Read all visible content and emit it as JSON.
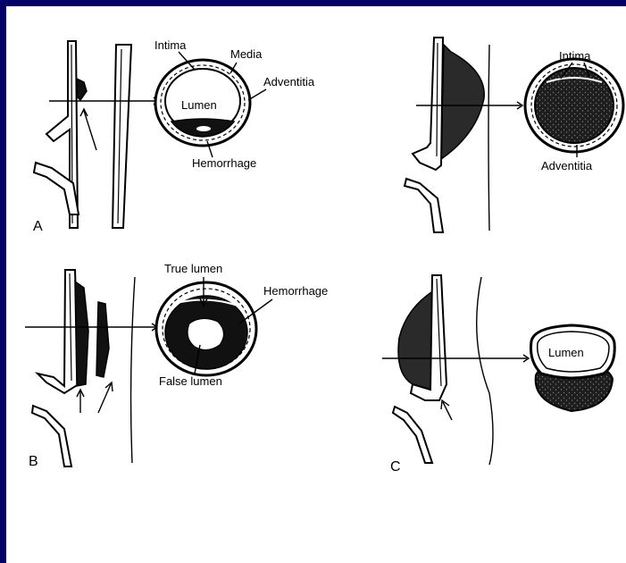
{
  "colors": {
    "frame": "#000066",
    "panel": "#ffffff",
    "ink": "#000000"
  },
  "panel_a": {
    "letter": "A",
    "intima": "Intima",
    "media": "Media",
    "adventitia": "Adventitia",
    "lumen": "Lumen",
    "hemorrhage": "Hemorrhage"
  },
  "panel_top_right": {
    "intima": "Intima",
    "adventitia": "Adventitia"
  },
  "panel_b": {
    "letter": "B",
    "true_lumen": "True lumen",
    "hemorrhage": "Hemorrhage",
    "false_lumen": "False lumen"
  },
  "panel_c": {
    "letter": "C",
    "lumen": "Lumen"
  }
}
